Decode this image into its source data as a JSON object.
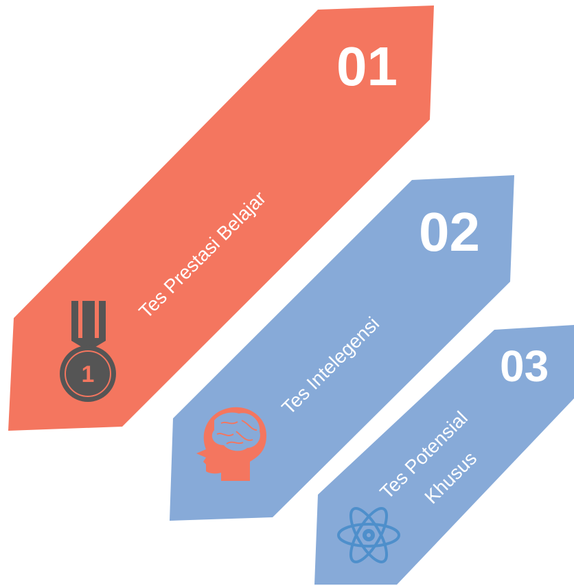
{
  "colors": {
    "card1": "#F4765F",
    "card2": "#87AAD8",
    "card3": "#87AAD8",
    "medal_icon": "#555555",
    "brain_icon": "#F4765F",
    "atom_icon": "#4E8FCB",
    "text": "#FFFFFF"
  },
  "cards": [
    {
      "number": "01",
      "label": "Tes Prestasi Belajar",
      "icon": "medal-icon",
      "medal_text": "1"
    },
    {
      "number": "02",
      "label": "Tes Intelegensi",
      "icon": "brain-icon"
    },
    {
      "number": "03",
      "label_line1": "Tes Potensial",
      "label_line2": "Khusus",
      "icon": "atom-icon"
    }
  ]
}
